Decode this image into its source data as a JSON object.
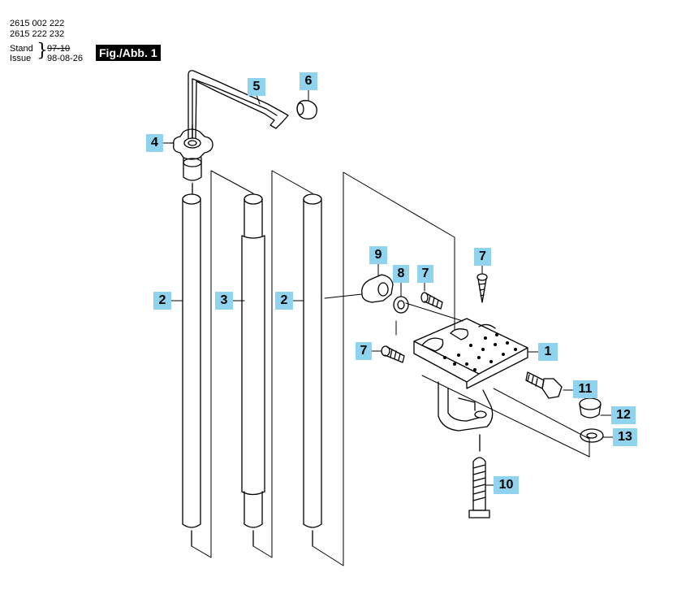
{
  "header": {
    "numbers": [
      "2615 002 222",
      "2615 222 232"
    ],
    "stand_label": "Stand",
    "issue_label": "Issue",
    "old_date": "97-10",
    "date": "98-08-26",
    "figure_label": "Fig./Abb. 1"
  },
  "callouts": {
    "c1": "1",
    "c2a": "2",
    "c2b": "2",
    "c3": "3",
    "c4": "4",
    "c5": "5",
    "c6": "6",
    "c7a": "7",
    "c7b": "7",
    "c7c": "7",
    "c8": "8",
    "c9": "9",
    "c10": "10",
    "c11": "11",
    "c12": "12",
    "c13": "13"
  },
  "colors": {
    "callout_background": "#8fd3ef",
    "figure_label_background": "#000000"
  }
}
